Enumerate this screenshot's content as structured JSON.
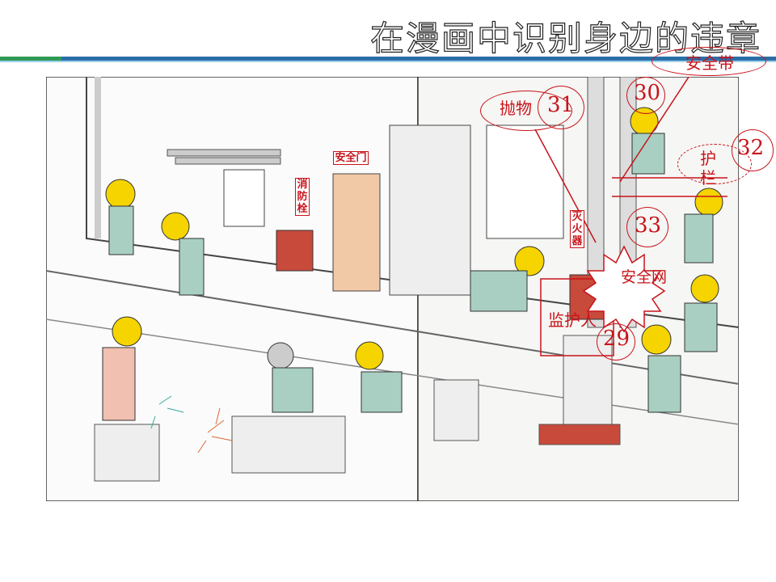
{
  "slide": {
    "title": "在漫画中识别身边的违章"
  },
  "illustration": {
    "signs": {
      "safety_door": "安全门",
      "hydrant": "消防栓",
      "extinguisher": "灭火器"
    },
    "annotations": [
      {
        "number": "29",
        "label": "监护人"
      },
      {
        "number": "30",
        "label": "安全带"
      },
      {
        "number": "31",
        "label": "抛物"
      },
      {
        "number": "32",
        "label": "护栏"
      },
      {
        "number": "33",
        "label": "安全网"
      }
    ]
  },
  "colors": {
    "annotation": "#c8141b",
    "helmet": "#f5d400",
    "uniform": "#a9cfc2",
    "rule_green": "#2e9a55",
    "rule_blue": "#2b6fa8"
  }
}
